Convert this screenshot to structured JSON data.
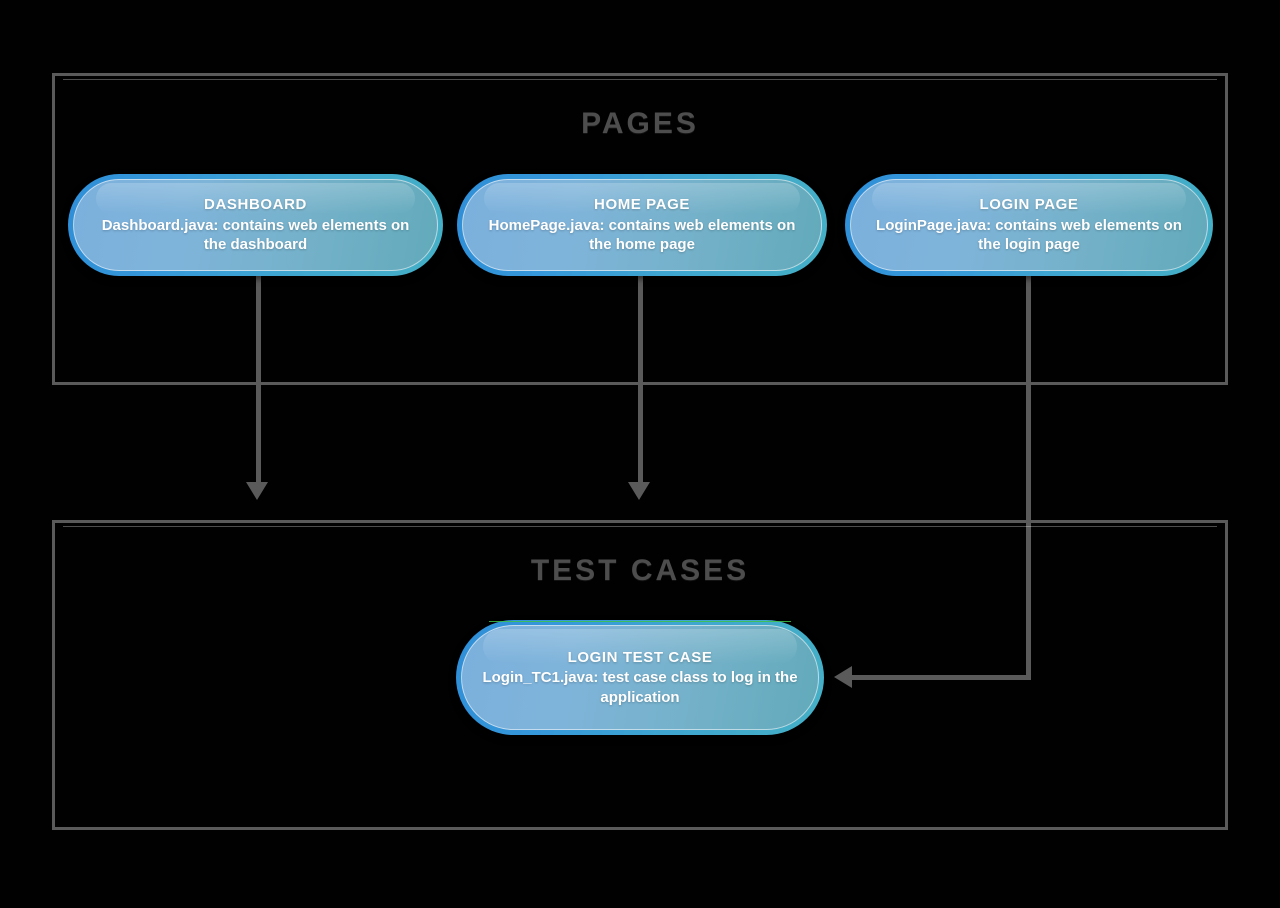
{
  "diagram": {
    "background_color": "#000000",
    "frame_border_color": "#5a5a5a",
    "connector_color": "#5a5a5a",
    "node_accent_color": "#2f8ed7",
    "node_accent_color_right": "#45b0c6",
    "node_text_color": "#ffffff",
    "section_title_color": "#4d4d4d"
  },
  "sections": [
    {
      "id": "pages",
      "title": "PAGES",
      "nodes": [
        {
          "id": "dashboard",
          "title": "DASHBOARD",
          "description": "Dashboard.java: contains web elements on the dashboard"
        },
        {
          "id": "home-page",
          "title": "HOME PAGE",
          "description": "HomePage.java: contains web elements on the home page"
        },
        {
          "id": "login-page",
          "title": "LOGIN PAGE",
          "description": "LoginPage.java: contains web elements on the login page"
        }
      ]
    },
    {
      "id": "test-cases",
      "title": "TEST CASES",
      "nodes": [
        {
          "id": "login-test-case",
          "title": "LOGIN TEST CASE",
          "description": "Login_TC1.java: test case class to log in the application"
        }
      ]
    }
  ],
  "connectors": [
    {
      "id": "dashboard-to-test-cases",
      "from": "dashboard",
      "to": "test-cases",
      "direction": "down"
    },
    {
      "id": "home-page-to-test-cases",
      "from": "home-page",
      "to": "test-cases",
      "direction": "down"
    },
    {
      "id": "login-page-to-login-test-case",
      "from": "login-page",
      "to": "login-test-case",
      "direction": "down-then-left"
    }
  ]
}
